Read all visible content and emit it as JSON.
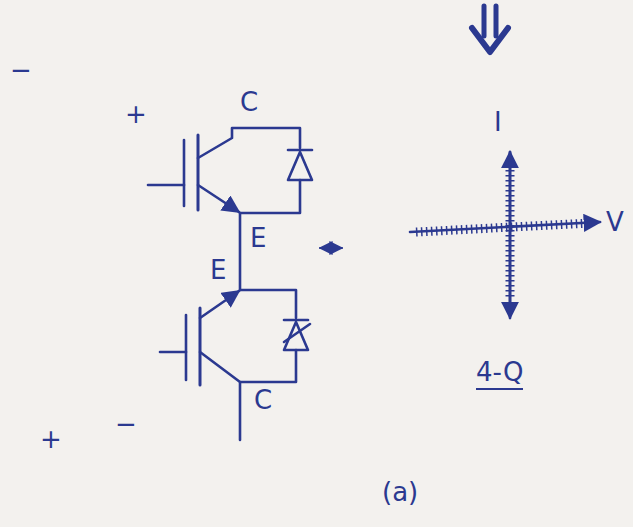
{
  "diagram": {
    "labels": [
      "−",
      "+",
      "C",
      "E",
      "E",
      "C",
      "+",
      "−",
      "I",
      "V",
      "4-Q",
      "(a)"
    ]
  }
}
